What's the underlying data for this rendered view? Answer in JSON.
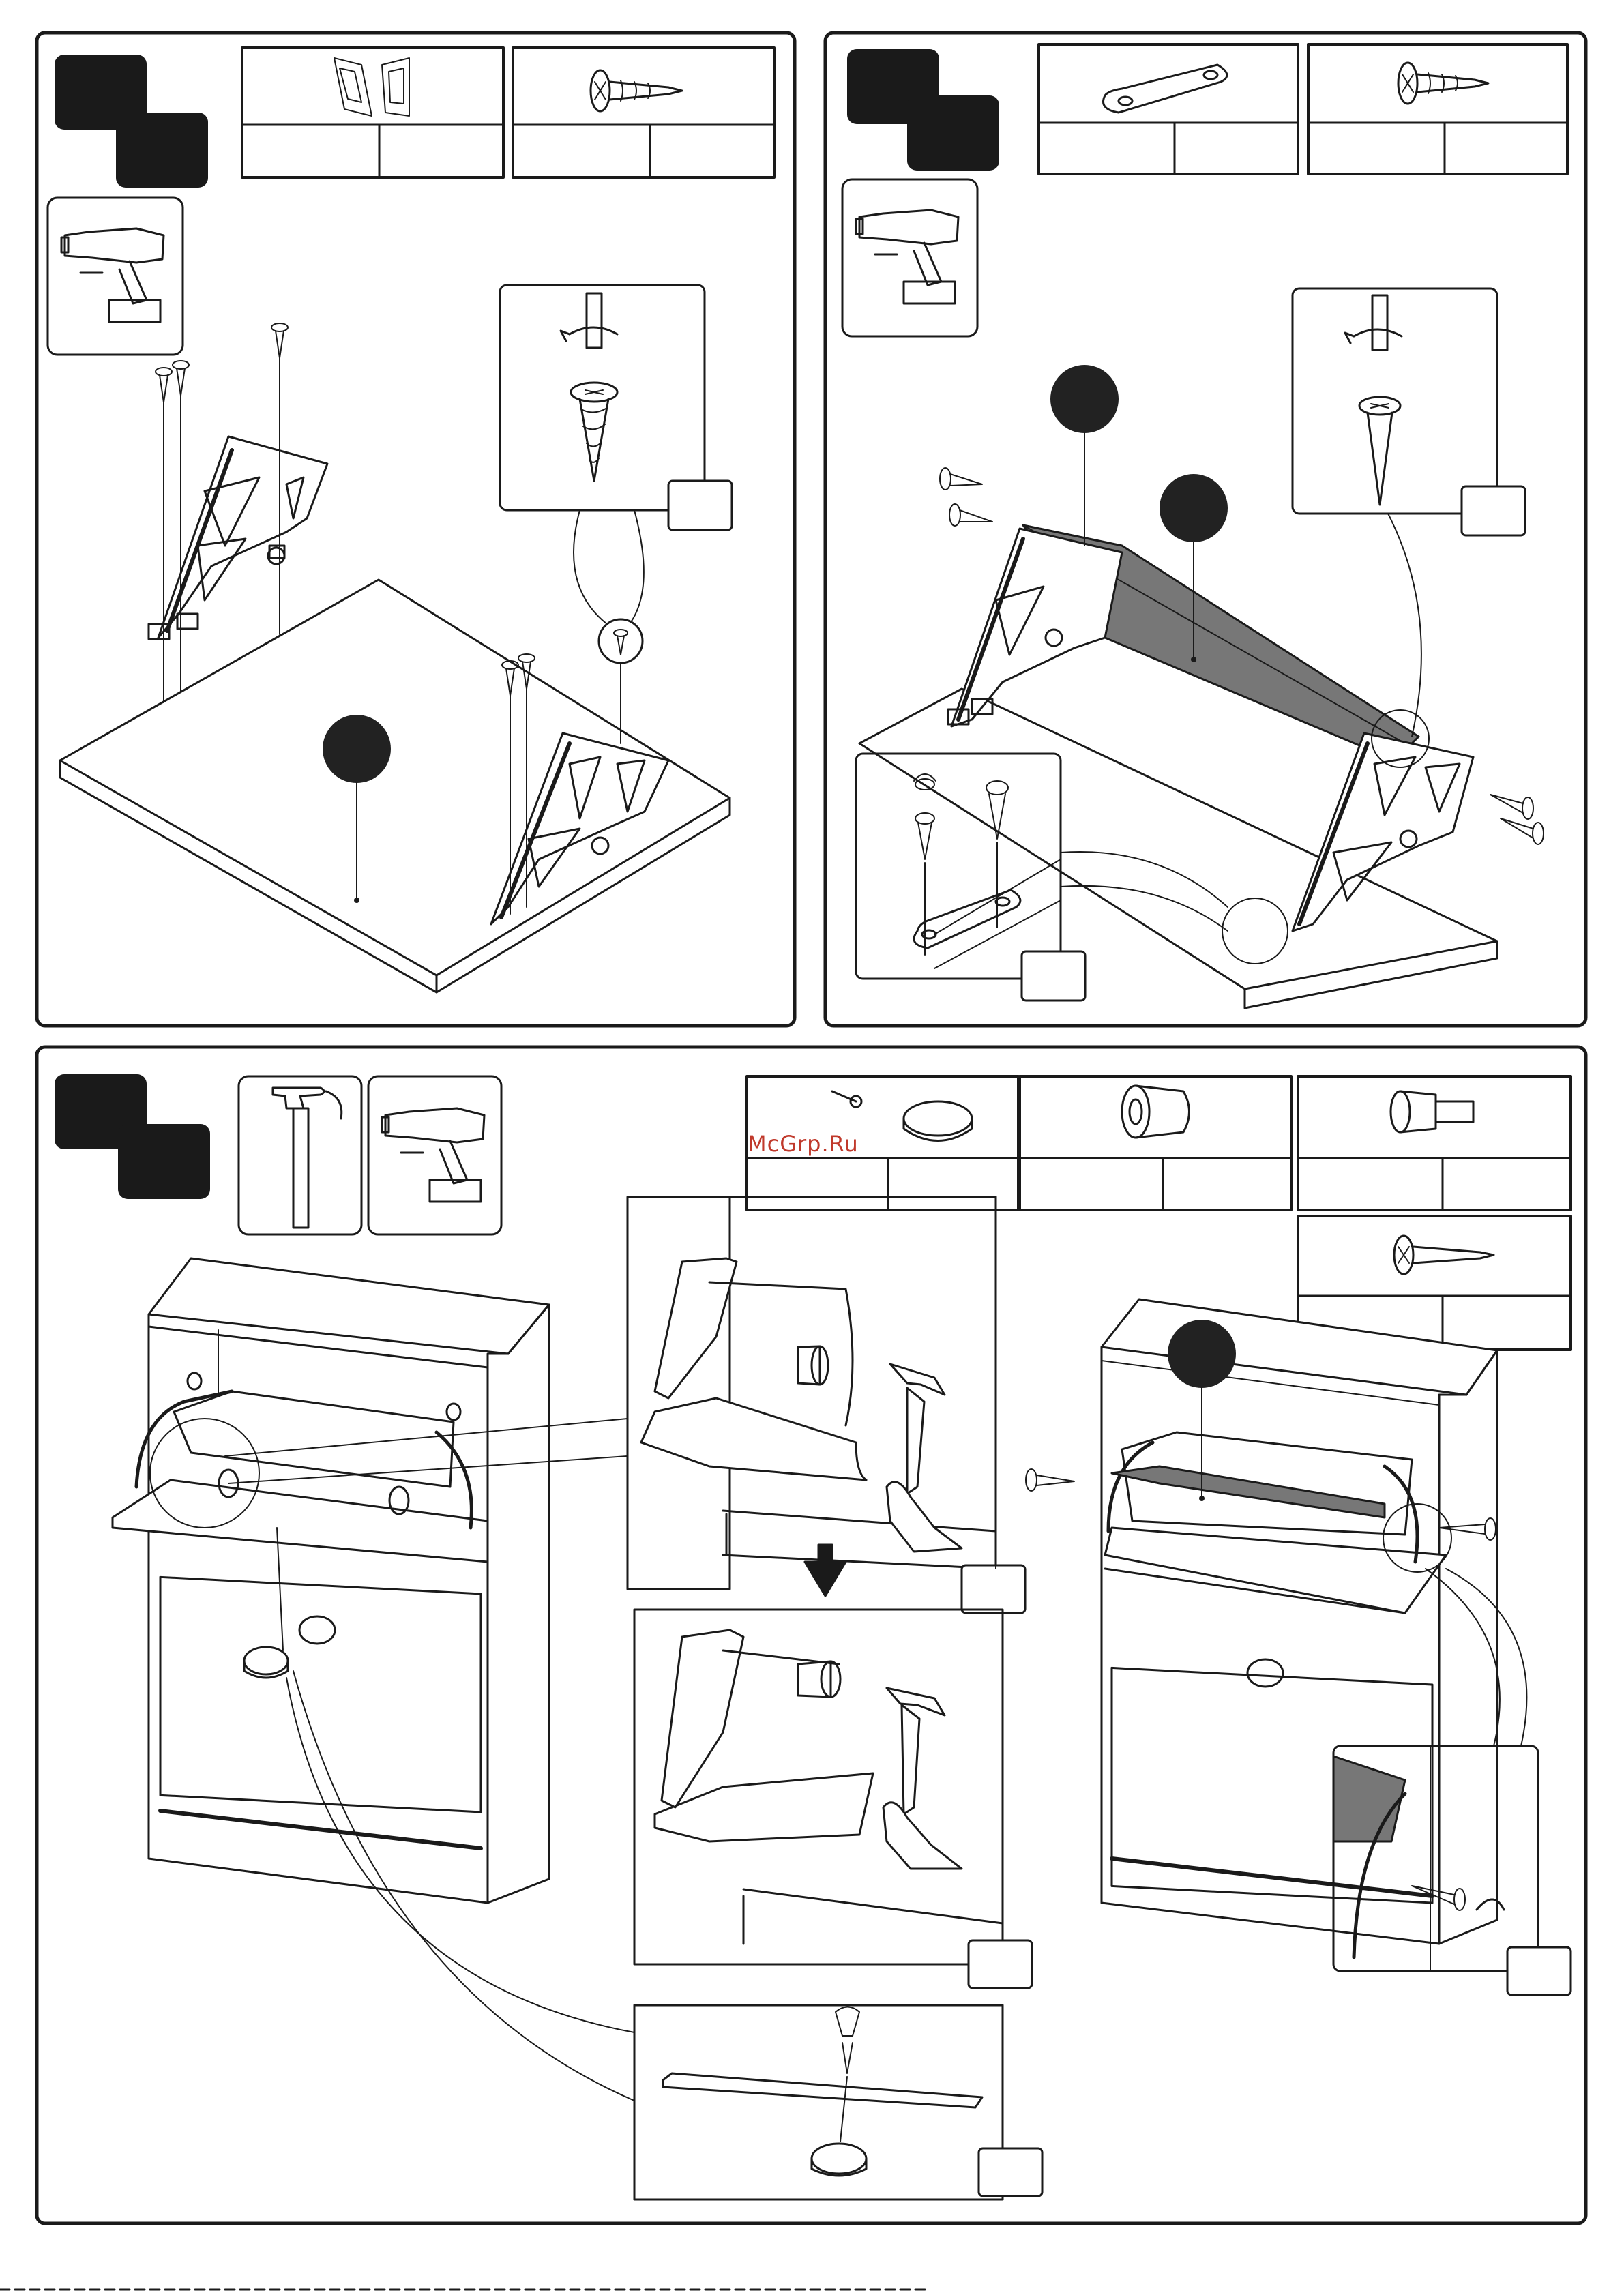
{
  "document": {
    "watermark": "McGrp.Ru"
  },
  "panels": [
    {
      "name": "step-top-left",
      "parts": [
        "hinge-bracket",
        "screw"
      ],
      "tools": [
        "drill"
      ]
    },
    {
      "name": "step-top-right",
      "parts": [
        "connector-plate",
        "screw"
      ],
      "tools": [
        "drill"
      ]
    },
    {
      "name": "step-bottom",
      "parts": [
        "knob",
        "bushing",
        "dowel",
        "screw"
      ],
      "tools": [
        "hammer",
        "drill"
      ]
    }
  ],
  "colors": {
    "line": "#1a1a1a",
    "marker": "#222222",
    "panel_shade": "#777777",
    "watermark": "#c0392b"
  }
}
